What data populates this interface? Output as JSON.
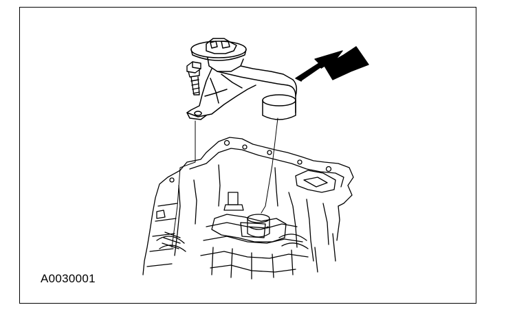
{
  "figure": {
    "id_label": "A0030001",
    "parts": [
      "screen-cover-and-pickup-tube",
      "bolt",
      "cylinder-block-lower-end",
      "arrow-indicator"
    ]
  },
  "colors": {
    "ink": "#000000",
    "paper": "#ffffff"
  }
}
